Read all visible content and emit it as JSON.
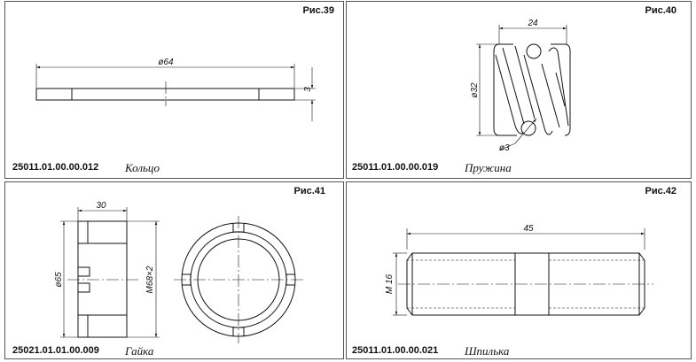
{
  "panels": [
    {
      "fig": "Рис.39",
      "code": "25011.01.00.00.012",
      "name": "Кольцо",
      "dims": {
        "diameter": "ø64",
        "thickness": "3"
      }
    },
    {
      "fig": "Рис.40",
      "code": "25011.01.00.00.019",
      "name": "Пружина",
      "dims": {
        "length": "24",
        "diameter": "ø32",
        "wire": "ø3"
      }
    },
    {
      "fig": "Рис.41",
      "code": "25021.01.01.00.009",
      "name": "Гайка",
      "dims": {
        "width": "30",
        "inner": "ø65",
        "thread": "M68×2"
      }
    },
    {
      "fig": "Рис.42",
      "code": "25011.01.00.00.021",
      "name": "Шпилька",
      "dims": {
        "length": "45",
        "thread": "M 16"
      }
    }
  ]
}
